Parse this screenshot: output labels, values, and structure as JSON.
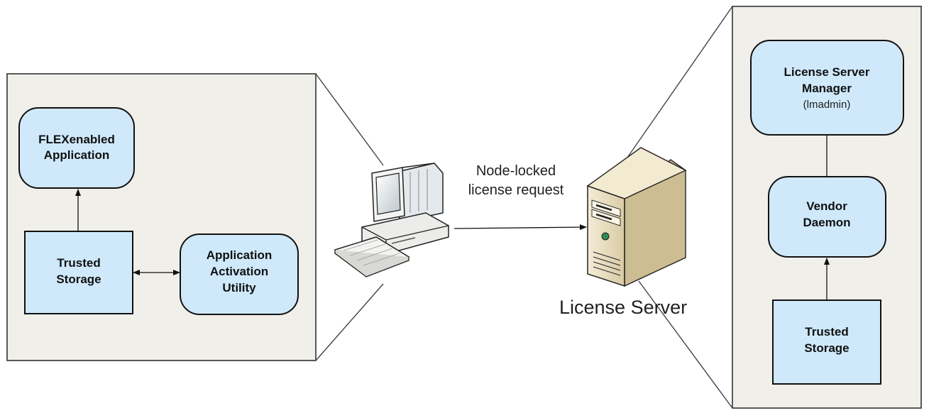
{
  "client": {
    "flex_app": {
      "line1": "FLEXenabled",
      "line2": "Application"
    },
    "trusted_storage": {
      "line1": "Trusted",
      "line2": "Storage"
    },
    "activation_utility": {
      "line1": "Application",
      "line2": "Activation",
      "line3": "Utility"
    }
  },
  "connection": {
    "line1": "Node-locked",
    "line2": "license request"
  },
  "server": {
    "title": "License Server",
    "manager": {
      "line1": "License Server",
      "line2": "Manager",
      "line3": "(lmadmin)"
    },
    "vendor_daemon": {
      "line1": "Vendor",
      "line2": "Daemon"
    },
    "trusted_storage": {
      "line1": "Trusted",
      "line2": "Storage"
    }
  }
}
